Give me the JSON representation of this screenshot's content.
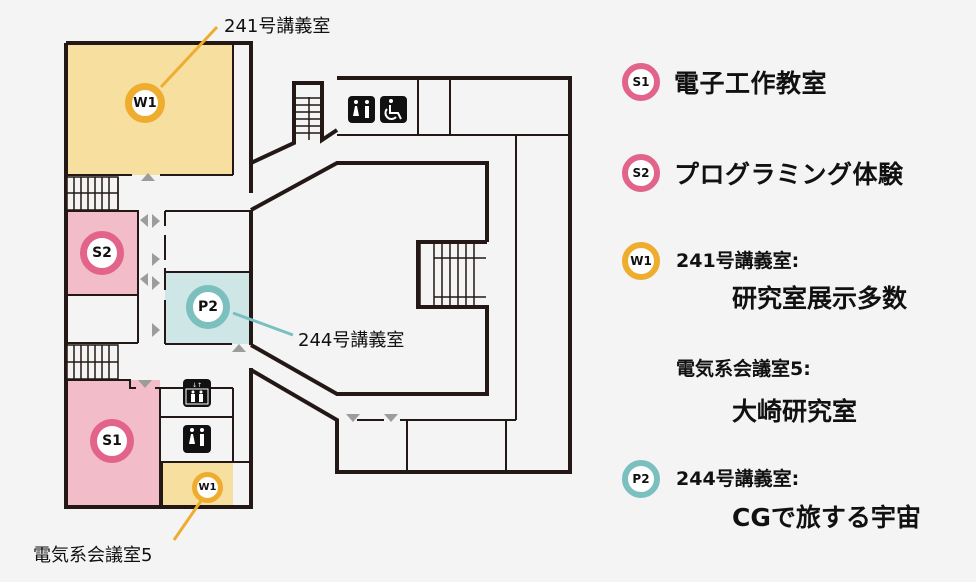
{
  "colors": {
    "pink_room": "#f2bcc8",
    "pink_ring": "#e2648a",
    "yellow_room": "#f7dfa0",
    "yellow_ring": "#eead2e",
    "teal_room": "#cfe6e6",
    "teal_ring": "#7bbfbf",
    "wall": "#231815",
    "arrow": "#9c9c9c",
    "background": "#f4f4f4"
  },
  "map": {
    "callouts": {
      "w1_top": "241号講義室",
      "p2": "244号講義室",
      "w1_bottom": "電気系会議室5"
    },
    "markers": {
      "w1_top": "W1",
      "s2": "S2",
      "p2": "P2",
      "s1": "S1",
      "w1_bottom": "W1"
    },
    "icons": [
      "restroom-icon",
      "wheelchair-icon",
      "elevator-icon",
      "restroom-icon"
    ]
  },
  "legend": {
    "items": [
      {
        "code": "S1",
        "title": "電子工作教室"
      },
      {
        "code": "S2",
        "title": "プログラミング体験"
      },
      {
        "code": "W1",
        "subtitle": "241号講義室:",
        "desc": "研究室展示多数"
      },
      {
        "code": "",
        "subtitle": "電気系会議室5:",
        "desc": "大崎研究室"
      },
      {
        "code": "P2",
        "subtitle": "244号講義室:",
        "desc": "CGで旅する宇宙"
      }
    ]
  }
}
